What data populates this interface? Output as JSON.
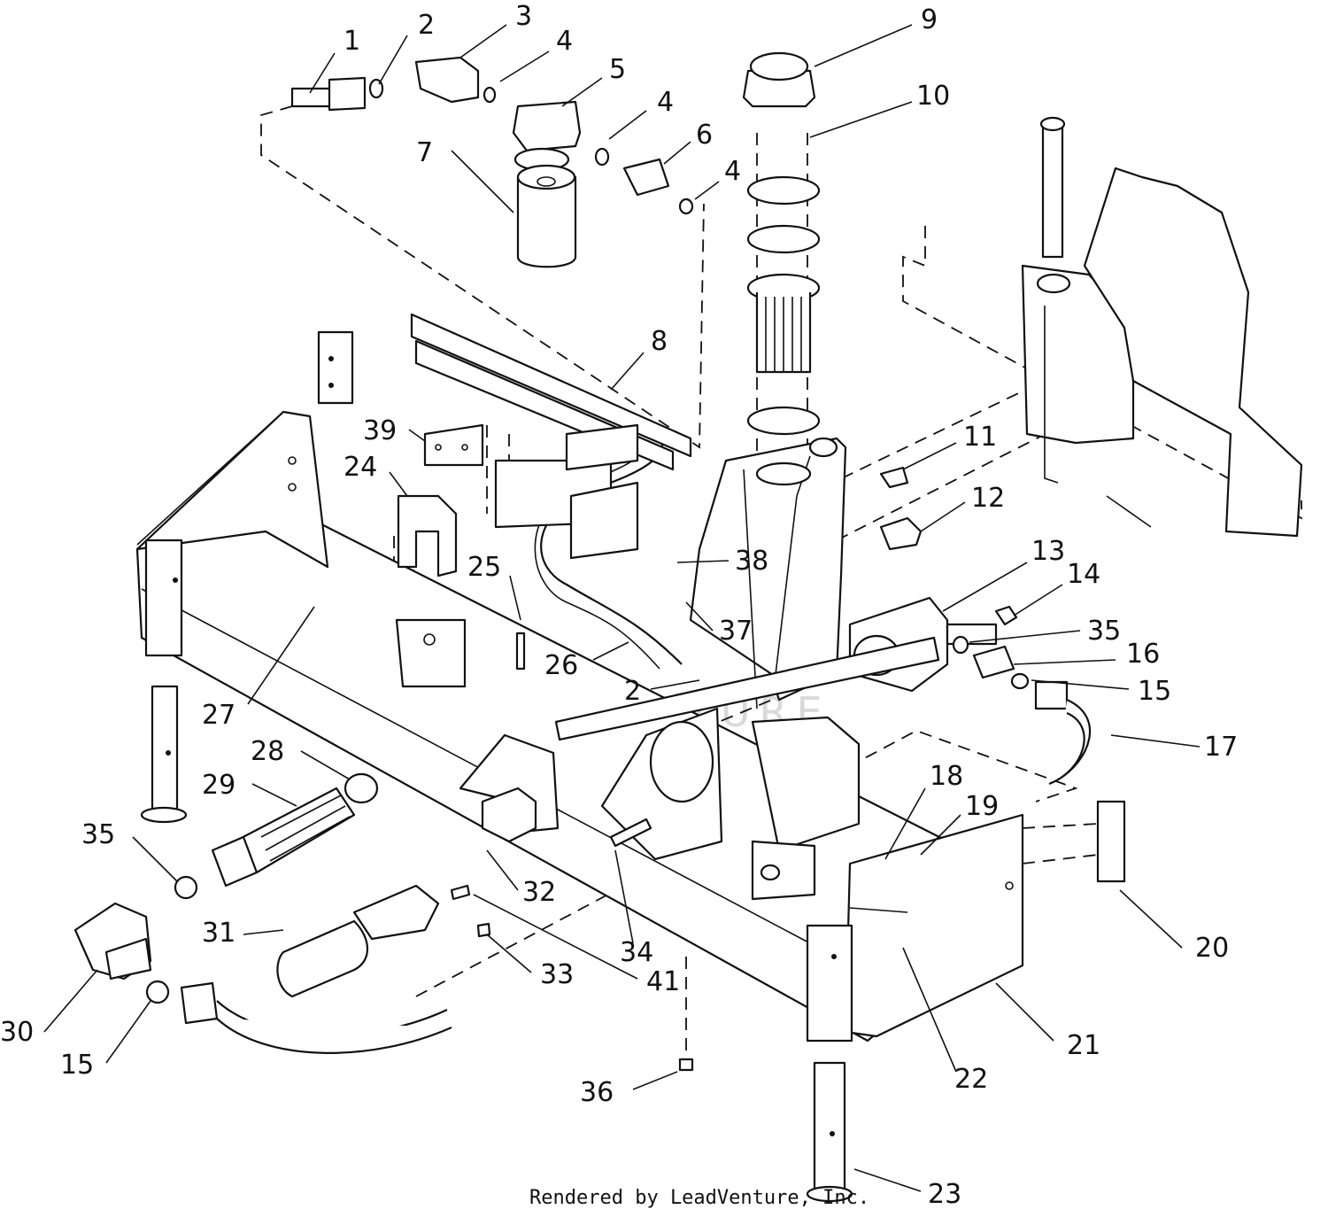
{
  "watermark_text": "LEADVENTURE",
  "footer_text": "Rendered by LeadVenture, Inc.",
  "callouts": [
    "1",
    "2",
    "3",
    "4",
    "4",
    "5",
    "4",
    "6",
    "7",
    "9",
    "10",
    "8",
    "39",
    "24",
    "11",
    "12",
    "38",
    "25",
    "13",
    "14",
    "37",
    "35",
    "16",
    "26",
    "2",
    "15",
    "27",
    "17",
    "28",
    "29",
    "18",
    "19",
    "35",
    "20",
    "32",
    "31",
    "34",
    "30",
    "33",
    "41",
    "21",
    "15",
    "22",
    "36",
    "23"
  ]
}
